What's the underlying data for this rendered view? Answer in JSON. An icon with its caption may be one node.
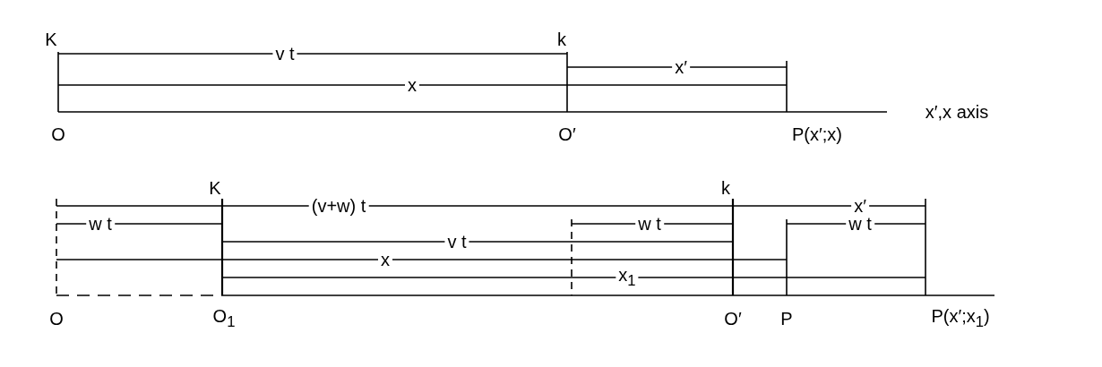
{
  "diagram": {
    "labels": [
      "K",
      "v t",
      "k",
      "x′",
      "x",
      "x′,x axis",
      "O",
      "O′",
      "P(x′;x)",
      "K",
      "(v+w) t",
      "k",
      "x′",
      "w t",
      "w t",
      "w t",
      "v t",
      "x",
      "x$_{1}$",
      "O",
      "O$_{1}$",
      "O′",
      "P",
      "P(x′;x$_{1}$)"
    ]
  }
}
